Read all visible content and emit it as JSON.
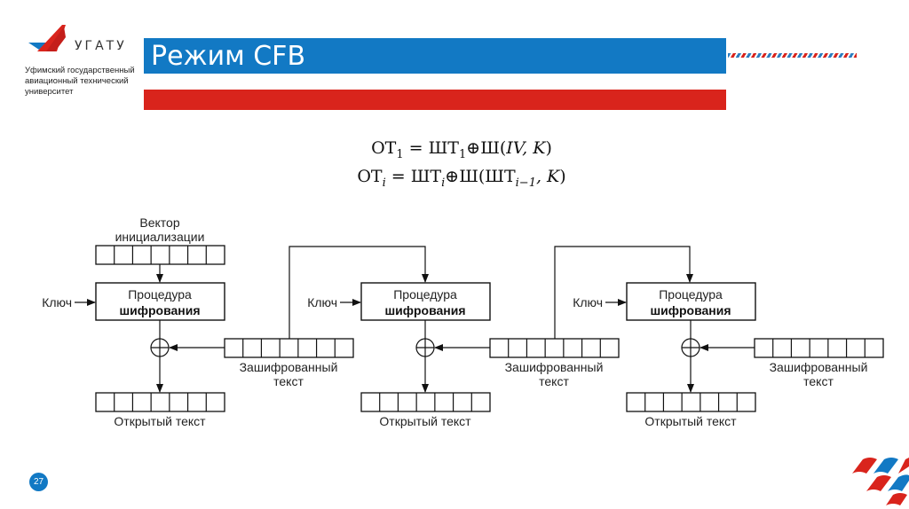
{
  "header": {
    "logo_text": "УГАТУ",
    "university_lines": [
      "Уфимский государственный",
      "авиационный технический",
      "университет"
    ],
    "title": "Режим CFB",
    "colors": {
      "blue": "#1279c4",
      "red": "#d9241c"
    }
  },
  "formula": {
    "line1": {
      "lhs": "ОТ",
      "lhs_sub": "1",
      "eq": " = ",
      "ct": "ШТ",
      "ct_sub": "1",
      "op": "⊕",
      "func": "Ш(",
      "args": "IV, K",
      "close": ")"
    },
    "line2": {
      "lhs": "ОТ",
      "lhs_sub": "i",
      "eq": " = ",
      "ct": "ШТ",
      "ct_sub": "i",
      "op": "⊕",
      "func": "Ш(ШТ",
      "args_sub": "i−1",
      "args": ", K",
      "close": ")"
    }
  },
  "diagram": {
    "iv_label_line1": "Вектор",
    "iv_label_line2": "инициализации",
    "blocks": [
      {
        "key_label": "Ключ",
        "proc_line1": "Процедура",
        "proc_line2": "шифрования",
        "ct_line1": "Зашифрованный",
        "ct_line2": "текст",
        "pt_label": "Открытый текст"
      },
      {
        "key_label": "Ключ",
        "proc_line1": "Процедура",
        "proc_line2": "шифрования",
        "ct_line1": "Зашифрованный",
        "ct_line2": "текст",
        "pt_label": "Открытый текст"
      },
      {
        "key_label": "Ключ",
        "proc_line1": "Процедура",
        "proc_line2": "шифрования",
        "ct_line1": "Зашифрованный",
        "ct_line2": "текст",
        "pt_label": "Открытый текст"
      }
    ],
    "register_cells": 7
  },
  "footer": {
    "page_number": "27"
  }
}
